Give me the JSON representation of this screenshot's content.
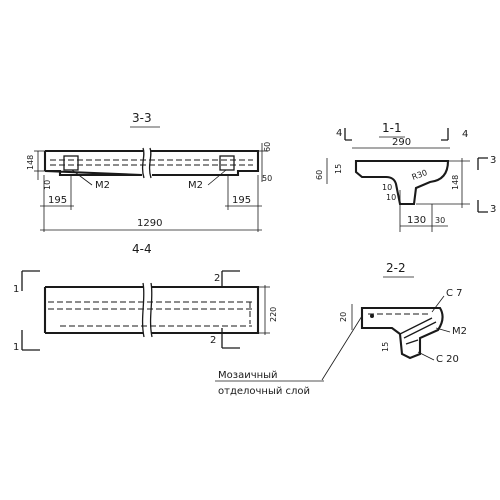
{
  "sections": {
    "s33": {
      "title": "3-3",
      "dim_total": "1290",
      "dim_left": "195",
      "dim_right": "195",
      "dim_height": "148",
      "dim_top": "60",
      "dim_10": "10",
      "dim_50": "50",
      "m2_left": "M2",
      "m2_right": "M2"
    },
    "s11": {
      "title": "1-1",
      "dim_width": "290",
      "dim_130": "130",
      "dim_30": "30",
      "dim_60": "60",
      "dim_15": "15",
      "dim_148": "148",
      "dim_10a": "10",
      "dim_10b": "10",
      "dim_r": "R30",
      "cut_left": "4",
      "cut_right": "4",
      "cut_top": "3",
      "cut_bottom": "3"
    },
    "s44": {
      "title": "4-4",
      "dim_height": "220",
      "cut_tl": "1",
      "cut_bl": "1",
      "cut_tr": "2",
      "cut_br": "2"
    },
    "s22": {
      "title": "2-2",
      "c7": "C 7",
      "c20": "C 20",
      "m2": "M2",
      "dim_20": "20",
      "dim_15": "15"
    },
    "note": {
      "line1": "Мозаичный",
      "line2": "отделочный слой"
    }
  }
}
